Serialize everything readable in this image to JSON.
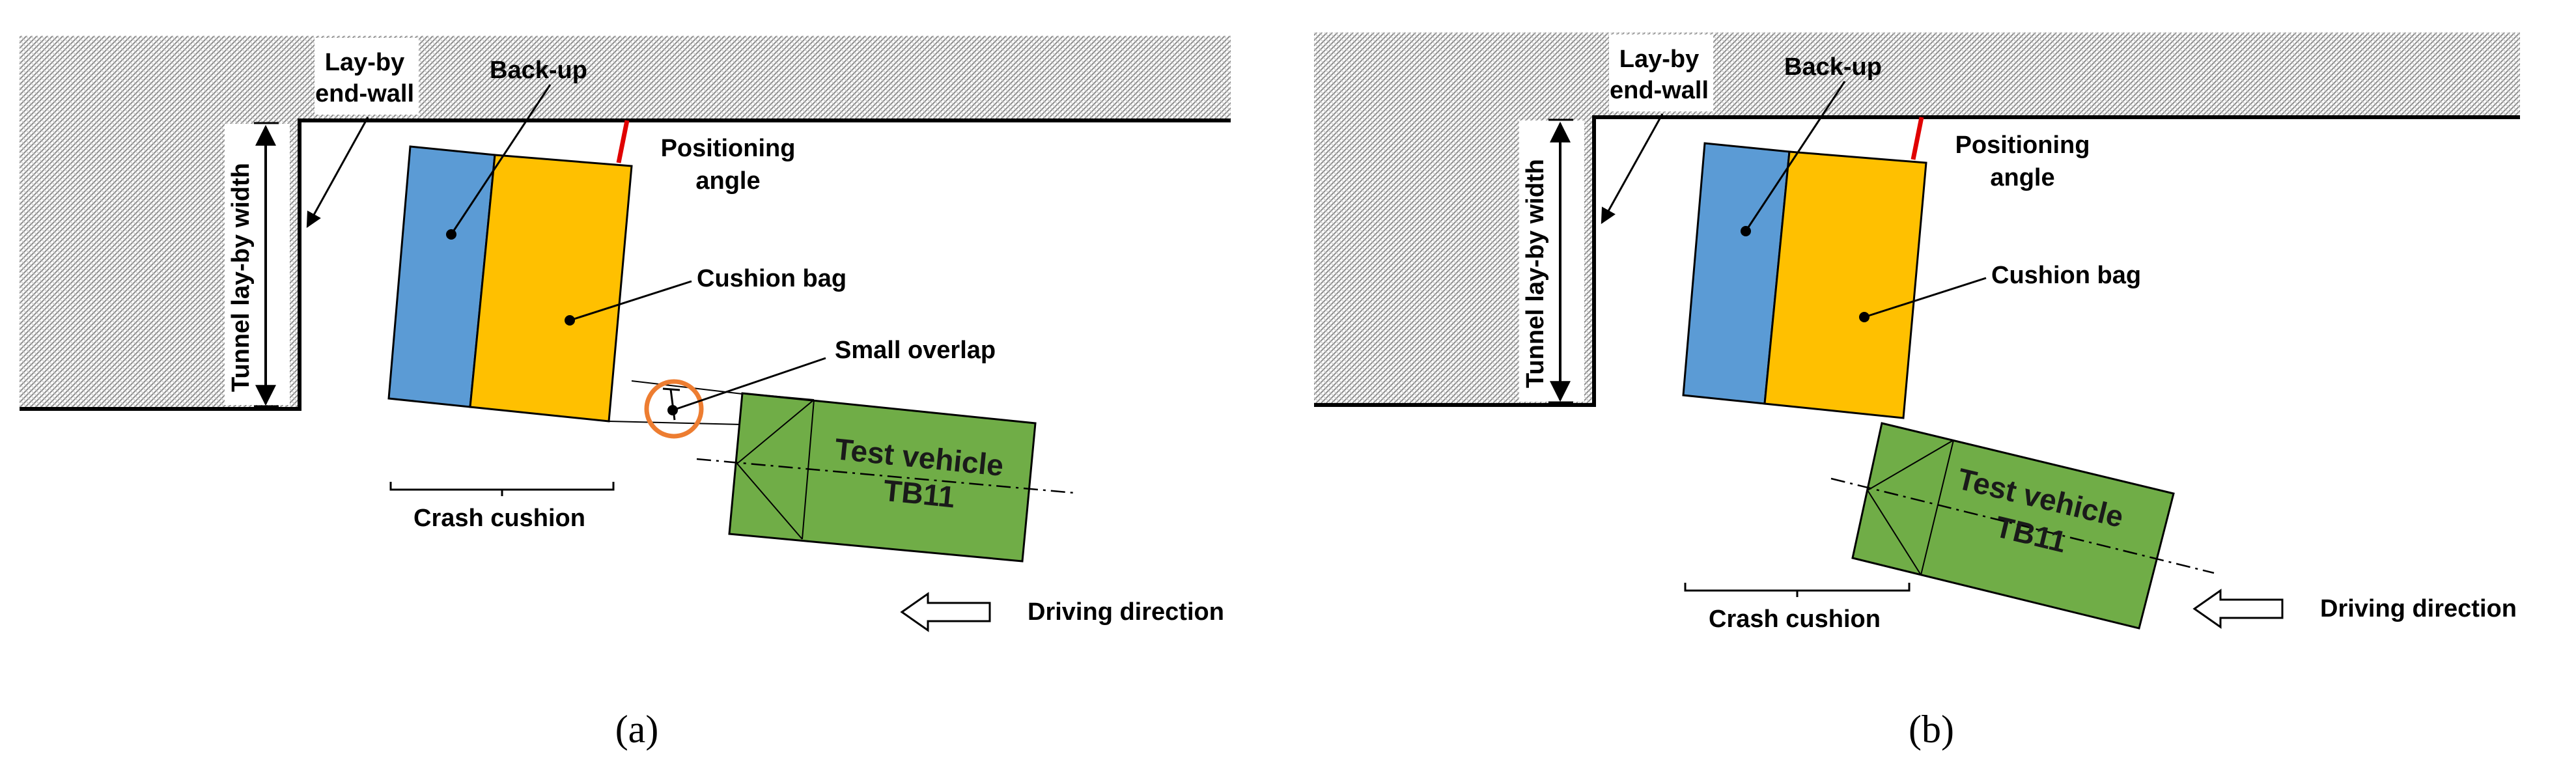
{
  "panels": [
    {
      "id": "a",
      "caption": "(a)",
      "labels": {
        "layby_endwall": [
          "Lay-by",
          "end-wall"
        ],
        "backup": "Back-up",
        "positioning_angle": [
          "Positioning",
          "angle"
        ],
        "cushion_bag": "Cushion bag",
        "small_overlap": "Small overlap",
        "tunnel_width": "Tunnel lay-by width",
        "crash_cushion": "Crash cushion",
        "test_vehicle": [
          "Test vehicle",
          "TB11"
        ],
        "driving_direction": "Driving direction"
      }
    },
    {
      "id": "b",
      "caption": "(b)",
      "labels": {
        "layby_endwall": [
          "Lay-by",
          "end-wall"
        ],
        "backup": "Back-up",
        "positioning_angle": [
          "Positioning",
          "angle"
        ],
        "cushion_bag": "Cushion bag",
        "tunnel_width": "Tunnel lay-by width",
        "crash_cushion": "Crash cushion",
        "test_vehicle": [
          "Test vehicle",
          "TB11"
        ],
        "driving_direction": "Driving direction"
      }
    }
  ],
  "colors": {
    "backup": "#5b9bd5",
    "cushion_bag": "#ffc000",
    "vehicle": "#70ad47",
    "angle_mark": "#e00000",
    "overlap_circle": "#ed7d31",
    "wall_hatch": "#9a9a9a"
  }
}
